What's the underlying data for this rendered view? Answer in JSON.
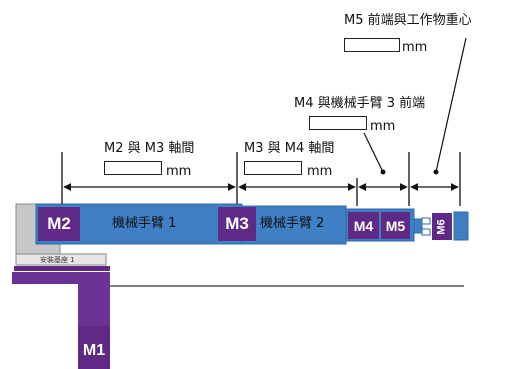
{
  "labels": {
    "m5_center": "M5 前端與工作物重心",
    "m4_arm3": "M4 與機械手臂 3 前端",
    "m2_m3": "M2 與 M3 軸間",
    "m3_m4": "M3 與 M4 軸間",
    "unit": "mm"
  },
  "arms": {
    "arm1": "機械手臂 1",
    "arm2": "機械手臂 2"
  },
  "motors": {
    "m1": "M1",
    "m2": "M2",
    "m3": "M3",
    "m4": "M4",
    "m5": "M5",
    "m6": "M6"
  },
  "base_plate": "安裝基座 1",
  "colors": {
    "arm_blue": "#3f7fc4",
    "arm_blue_dark": "#2d6aa8",
    "motor_purple": "#5e2a86",
    "base_gray": "#c8c8c8"
  }
}
